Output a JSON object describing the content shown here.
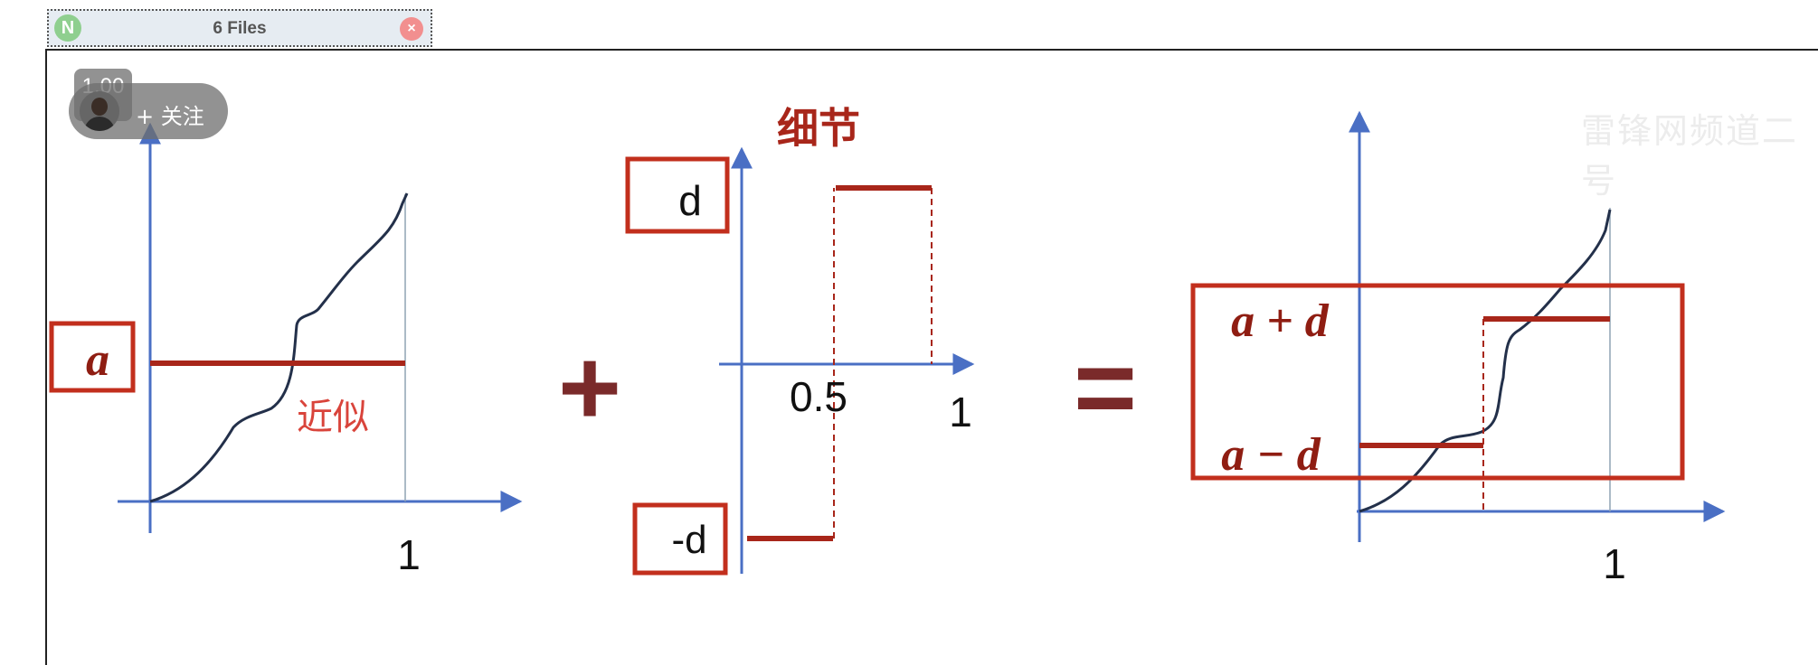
{
  "tab": {
    "title": "6 Files",
    "logo_letter": "N",
    "close_glyph": "×"
  },
  "overlay": {
    "speed": "1.00",
    "follow_label": "+ 关注",
    "watermark": "雷锋网频道二号"
  },
  "slide": {
    "panel1": {
      "level_label": "a",
      "approx_label": "近似",
      "x_tick": "1"
    },
    "plus": "+",
    "panel2": {
      "title": "细节",
      "top_label": "d",
      "bottom_label": "-d",
      "mid_tick": "0.5",
      "x_tick": "1"
    },
    "equals": "=",
    "panel3": {
      "upper_label": "a + d",
      "lower_label": "a − d",
      "x_tick": "1"
    }
  },
  "colors": {
    "axis": "#4a6fc4",
    "red": "#c22f1d",
    "curve": "#23304a",
    "operator": "#7a2a2a"
  },
  "icons": [
    "app-logo-icon",
    "close-icon",
    "axis-arrow-icon"
  ]
}
